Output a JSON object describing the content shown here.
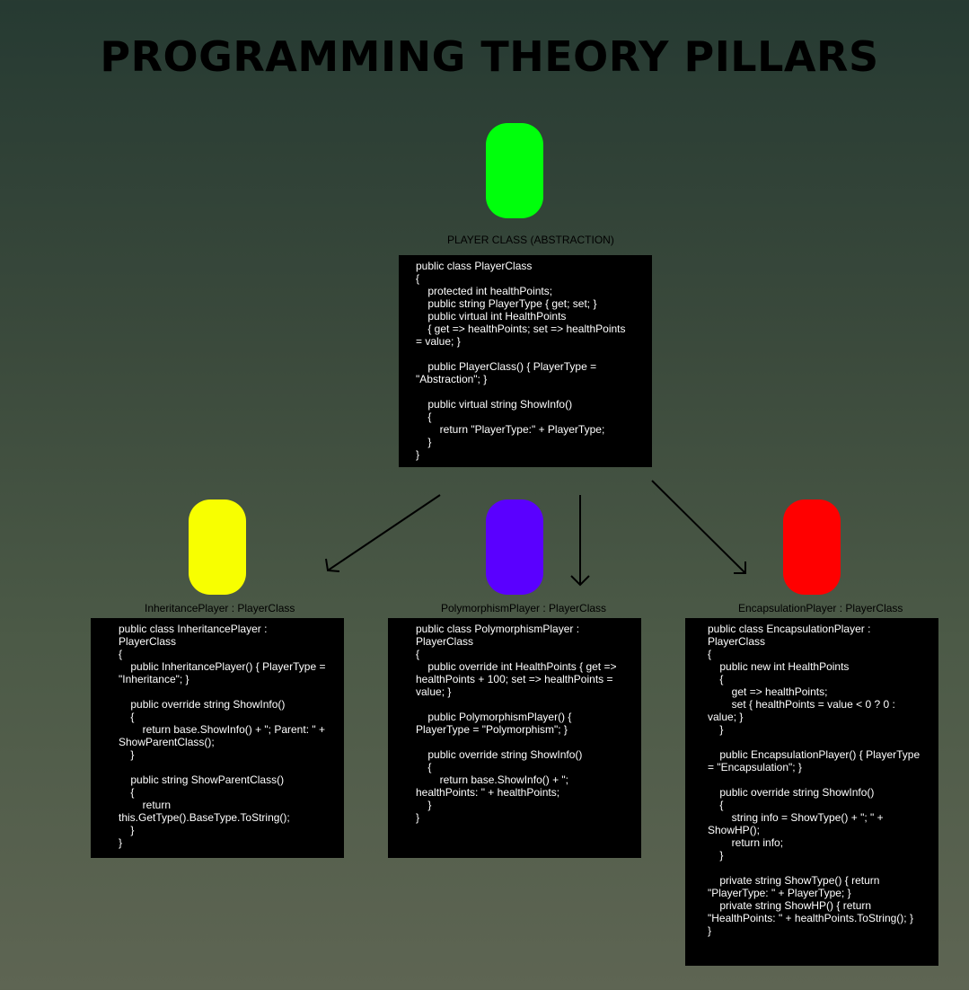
{
  "title": "PROGRAMMING THEORY PILLARS",
  "colors": {
    "player": "#00ff0c",
    "inheritance": "#f8ff00",
    "polymorphism": "#5a00ff",
    "encapsulation": "#ff0000"
  },
  "player": {
    "label": "PLAYER CLASS (ABSTRACTION)",
    "code": "public class PlayerClass\n{\n    protected int healthPoints;\n    public string PlayerType { get; set; }\n    public virtual int HealthPoints\n    { get => healthPoints; set => healthPoints = value; }\n\n    public PlayerClass() { PlayerType = \"Abstraction\"; }\n\n    public virtual string ShowInfo()\n    {\n        return \"PlayerType:\" + PlayerType;\n    }\n}"
  },
  "inheritance": {
    "label": "InheritancePlayer : PlayerClass",
    "code": "public class InheritancePlayer : PlayerClass\n{\n    public InheritancePlayer() { PlayerType = \"Inheritance\"; }\n\n    public override string ShowInfo()\n    {\n        return base.ShowInfo() + \"; Parent: \" + ShowParentClass();\n    }\n\n    public string ShowParentClass()\n    {\n        return this.GetType().BaseType.ToString();\n    }\n}"
  },
  "polymorphism": {
    "label": "PolymorphismPlayer : PlayerClass",
    "code": "public class PolymorphismPlayer : PlayerClass\n{\n    public override int HealthPoints { get => healthPoints + 100; set => healthPoints = value; }\n\n    public PolymorphismPlayer() { PlayerType = \"Polymorphism\"; }\n\n    public override string ShowInfo()\n    {\n        return base.ShowInfo() + \"; healthPoints: \" + healthPoints;\n    }\n}"
  },
  "encapsulation": {
    "label": "EncapsulationPlayer : PlayerClass",
    "code": "public class EncapsulationPlayer : PlayerClass\n{\n    public new int HealthPoints\n    {\n        get => healthPoints;\n        set { healthPoints = value < 0 ? 0 : value; }\n    }\n\n    public EncapsulationPlayer() { PlayerType = \"Encapsulation\"; }\n\n    public override string ShowInfo()\n    {\n        string info = ShowType() + \"; \" + ShowHP();\n        return info;\n    }\n\n    private string ShowType() { return \"PlayerType: \" + PlayerType; }\n    private string ShowHP() { return \"HealthPoints: \" + healthPoints.ToString(); }\n}"
  }
}
